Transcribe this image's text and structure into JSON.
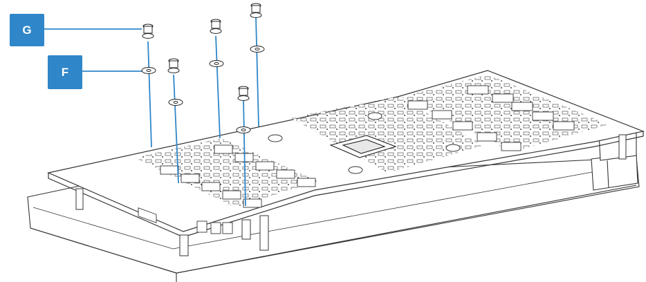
{
  "callouts": [
    {
      "id": "G",
      "text": "G"
    },
    {
      "id": "F",
      "text": "F"
    }
  ],
  "colors": {
    "accent": "#2f86c8",
    "line": "#2f86c8",
    "stroke": "#333333",
    "fill": "#ffffff"
  }
}
